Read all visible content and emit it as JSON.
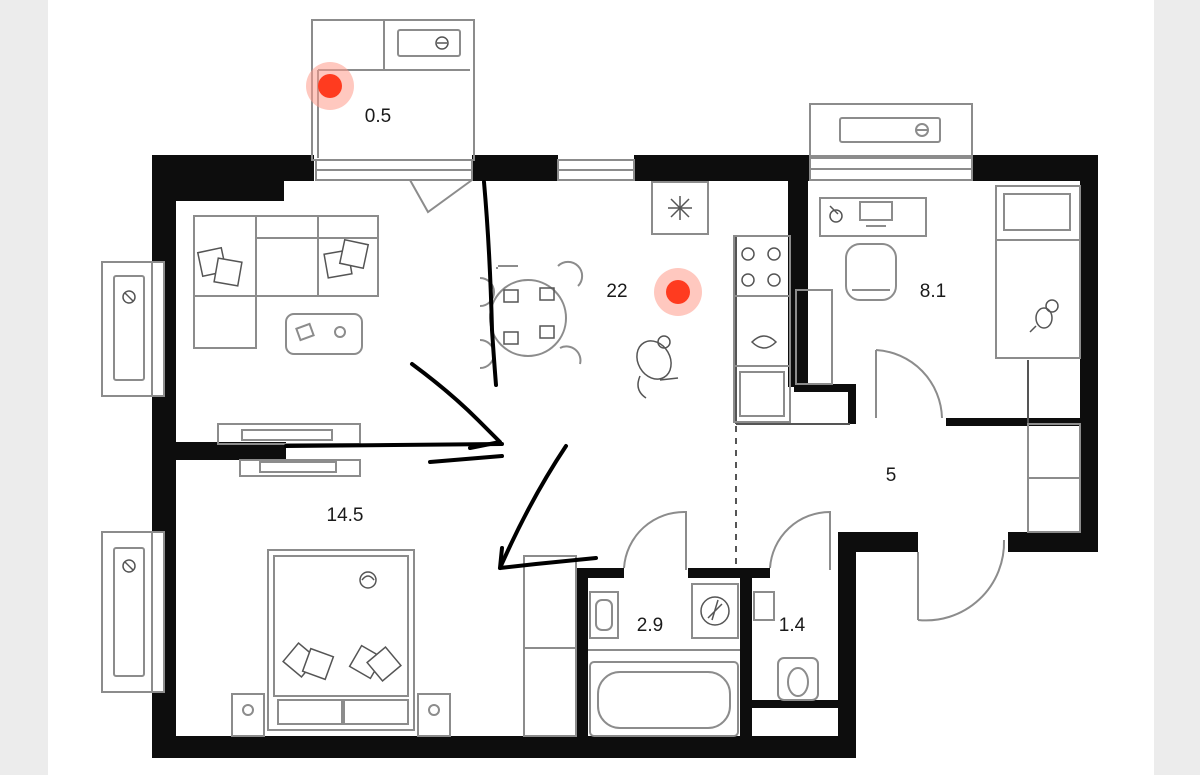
{
  "rooms": [
    {
      "key": "balcony",
      "area": "0.5"
    },
    {
      "key": "kitchen_living",
      "area": "22"
    },
    {
      "key": "bedroom_right",
      "area": "8.1"
    },
    {
      "key": "hallway",
      "area": "5"
    },
    {
      "key": "bedroom_left",
      "area": "14.5"
    },
    {
      "key": "bathroom",
      "area": "2.9"
    },
    {
      "key": "toilet",
      "area": "1.4"
    }
  ],
  "colors": {
    "page": "#ececec",
    "paper": "#ffffff",
    "wall": "#0d0d0d",
    "line": "#9a9a9a",
    "marker": "#ff3b1f",
    "marker_glow": "#ff9b8a",
    "annotation": "#000000"
  },
  "icons": [
    "snowflake-icon",
    "radiator-icon",
    "window-sill-icon",
    "lamp-icon",
    "teddy-bear-icon",
    "toy-car-icon",
    "mouse-toy-icon",
    "wall-plug-icon"
  ]
}
